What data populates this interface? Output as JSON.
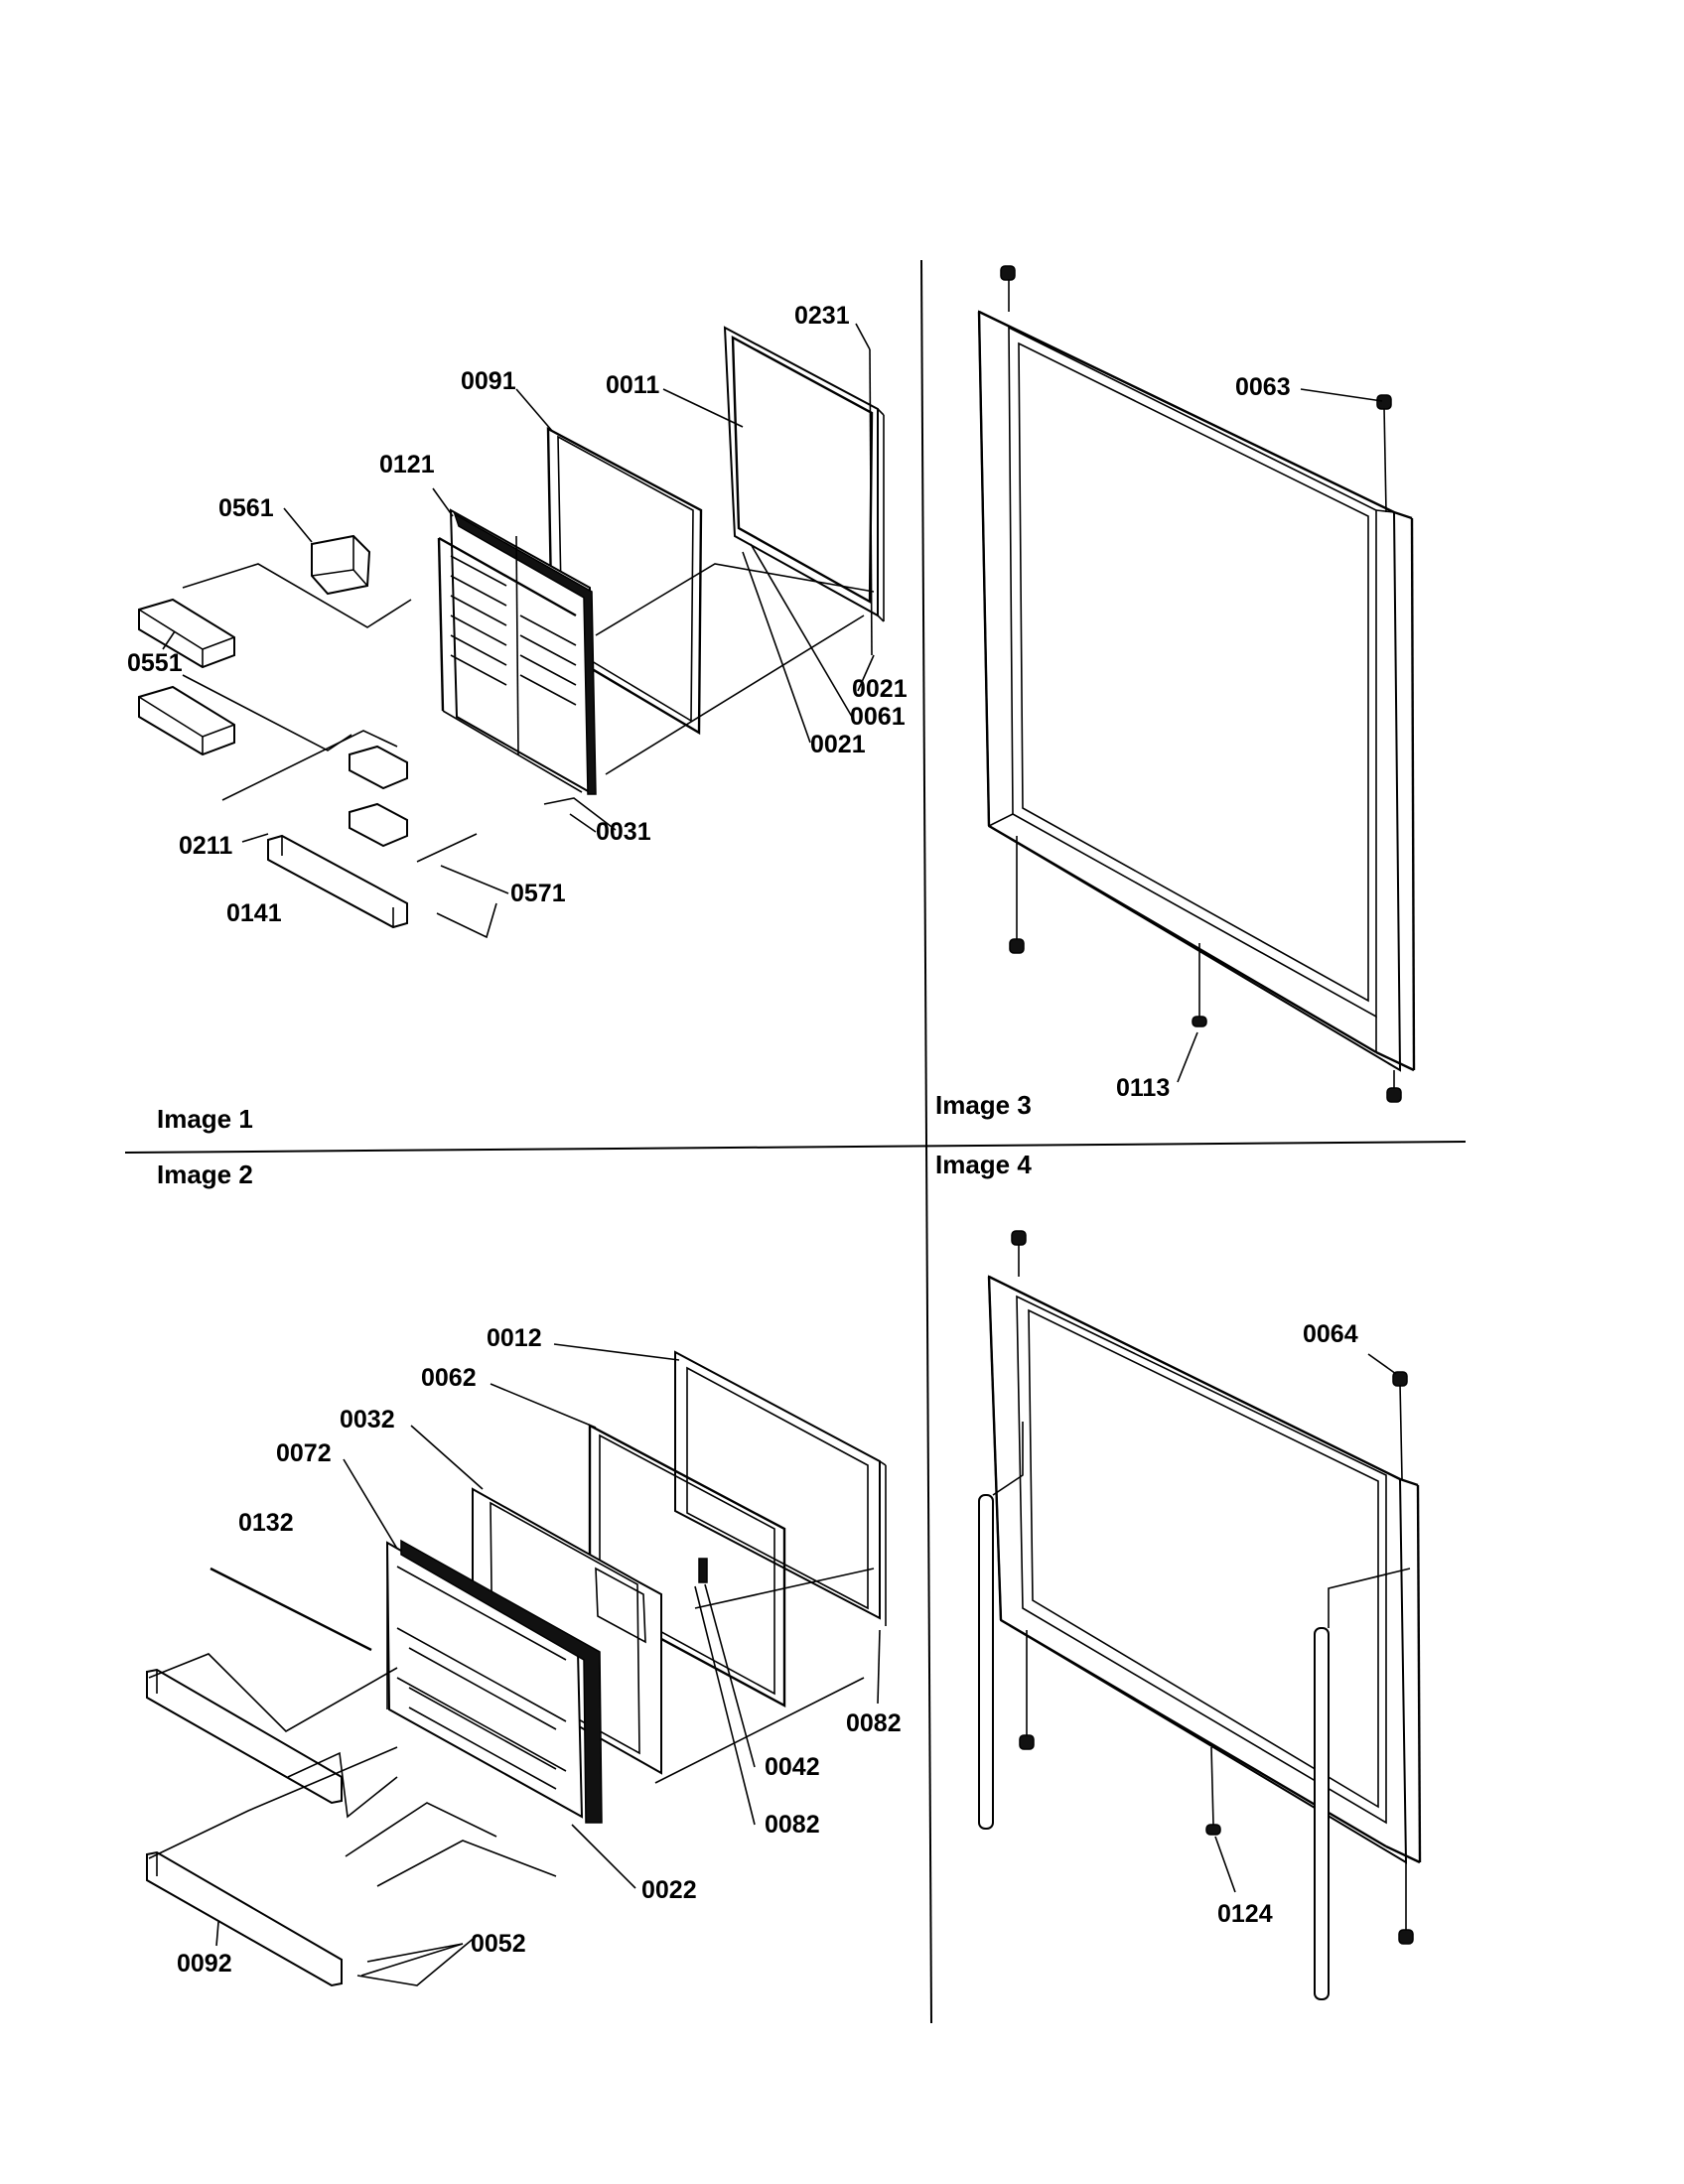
{
  "panels": [
    {
      "caption": "Image 1",
      "callouts": [
        "0231",
        "0091",
        "0011",
        "0121",
        "0561",
        "0551",
        "0021",
        "0061",
        "0021",
        "0031",
        "0211",
        "0141",
        "0571"
      ]
    },
    {
      "caption": "Image 2",
      "callouts": [
        "0012",
        "0062",
        "0032",
        "0072",
        "0132",
        "0082",
        "0042",
        "0082",
        "0022",
        "0052",
        "0092"
      ]
    },
    {
      "caption": "Image 3",
      "callouts": [
        "0063",
        "0113"
      ]
    },
    {
      "caption": "Image 4",
      "callouts": [
        "0064",
        "0124"
      ]
    }
  ]
}
